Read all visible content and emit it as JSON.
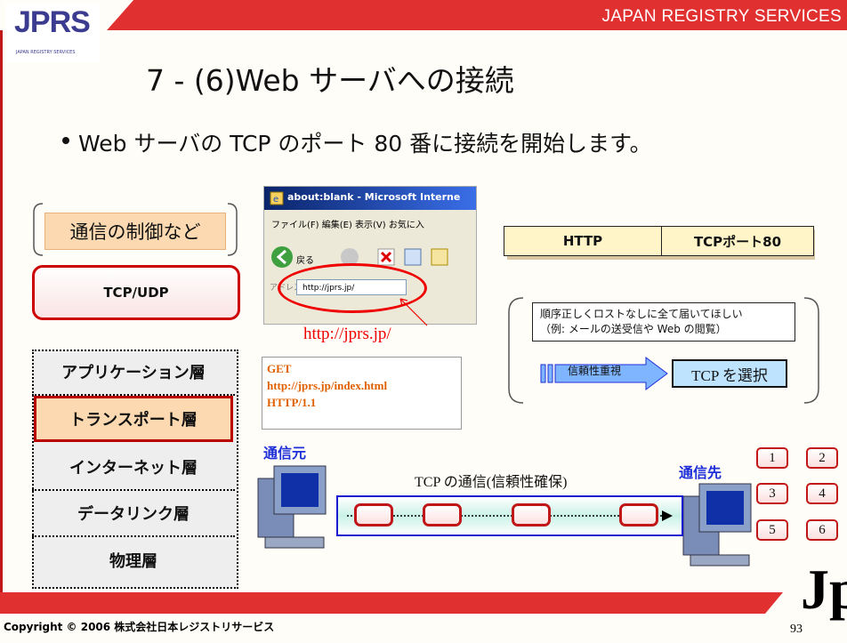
{
  "header": {
    "brand": "JAPAN REGISTRY SERVICES",
    "logo_text": "JPRS",
    "logo_subtext": "JAPAN REGISTRY SERVICES"
  },
  "slide": {
    "title": "7 - (6)Web サーバへの接続",
    "bullet": "Web サーバの TCP のポート 80 番に接続を開始します。"
  },
  "left_column": {
    "control_label": "通信の制御など",
    "tcp_udp_label": "TCP/UDP",
    "layers": [
      {
        "label": "アプリケーション層"
      },
      {
        "label": "トランスポート層"
      },
      {
        "label": "インターネット層"
      },
      {
        "label": "データリンク層"
      },
      {
        "label": "物理層"
      }
    ]
  },
  "browser": {
    "title": "about:blank - Microsoft Interne",
    "menu": "ファイル(F)   編集(E)   表示(V)   お気に入",
    "back_label": "戻る",
    "address_label": "アドレス(D)",
    "address_value": "http://jprs.jp/",
    "url_callout": "http://jprs.jp/"
  },
  "request": {
    "lines": [
      "GET",
      "http://jprs.jp/index.html",
      "HTTP/1.1"
    ]
  },
  "protocol": {
    "cells": [
      "HTTP",
      "TCPポート80"
    ]
  },
  "requirement": {
    "lines": [
      "順序正しくロストなしに全て届いてほしい",
      "（例: メールの送受信や Web の閲覧）"
    ],
    "reliability_label": "信頼性重視",
    "select_label": "TCP を選択"
  },
  "communication": {
    "source_label": "通信元",
    "dest_label": "通信先",
    "label": "TCP の通信(信頼性確保)",
    "segments": [
      "1",
      "2",
      "3",
      "4",
      "5",
      "6"
    ]
  },
  "footer": {
    "copyright": "Copyright © 2006 株式会社日本レジストリサービス",
    "page_number": "93",
    "mark": "Jp"
  },
  "colors": {
    "accent_red": "#c01818",
    "header_red": "#e03030",
    "highlight_orange": "#fcd9b0",
    "label_blue": "#1f2fd8"
  }
}
